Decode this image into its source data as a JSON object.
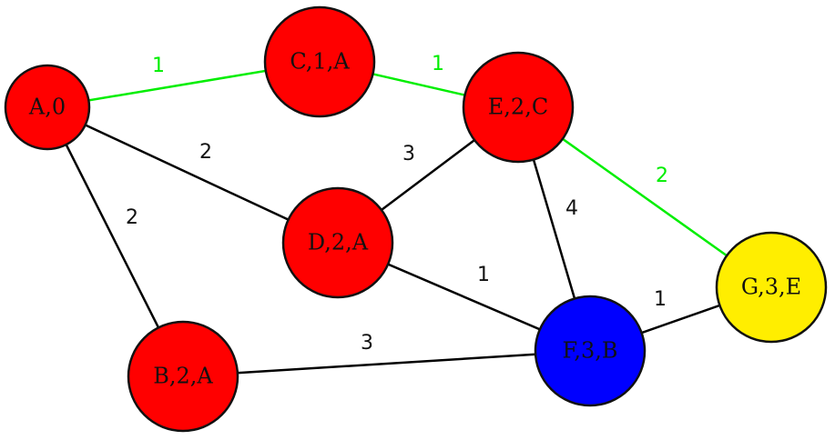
{
  "graph": {
    "nodes": [
      {
        "id": "A",
        "label": "A,0",
        "color": "#ff0000"
      },
      {
        "id": "C",
        "label": "C,1,A",
        "color": "#ff0000"
      },
      {
        "id": "E",
        "label": "E,2,C",
        "color": "#ff0000"
      },
      {
        "id": "D",
        "label": "D,2,A",
        "color": "#ff0000"
      },
      {
        "id": "B",
        "label": "B,2,A",
        "color": "#ff0000"
      },
      {
        "id": "F",
        "label": "F,3,B",
        "color": "#0000ff"
      },
      {
        "id": "G",
        "label": "G,3,E",
        "color": "#ffee00"
      }
    ],
    "edges": [
      {
        "from": "A",
        "to": "C",
        "weight": "1",
        "color": "#00ee00"
      },
      {
        "from": "C",
        "to": "E",
        "weight": "1",
        "color": "#00ee00"
      },
      {
        "from": "E",
        "to": "G",
        "weight": "2",
        "color": "#00ee00"
      },
      {
        "from": "A",
        "to": "D",
        "weight": "2",
        "color": "#000000"
      },
      {
        "from": "A",
        "to": "B",
        "weight": "2",
        "color": "#000000"
      },
      {
        "from": "D",
        "to": "E",
        "weight": "3",
        "color": "#000000"
      },
      {
        "from": "E",
        "to": "F",
        "weight": "4",
        "color": "#000000"
      },
      {
        "from": "D",
        "to": "F",
        "weight": "1",
        "color": "#000000"
      },
      {
        "from": "B",
        "to": "F",
        "weight": "3",
        "color": "#000000"
      },
      {
        "from": "F",
        "to": "G",
        "weight": "1",
        "color": "#000000"
      }
    ]
  }
}
